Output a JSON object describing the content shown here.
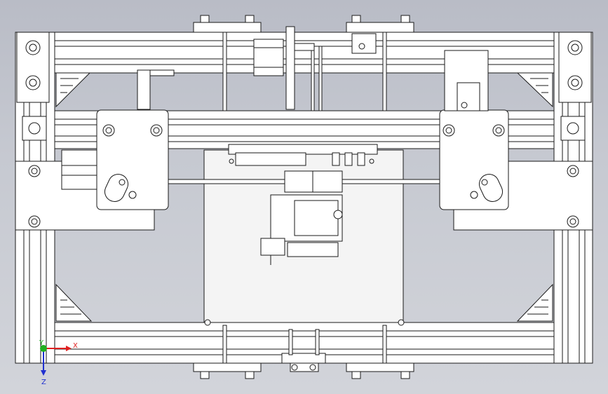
{
  "viewport": {
    "background_top": "#b9bcc6",
    "background_bottom": "#d2d4da"
  },
  "model": {
    "frame_color": "#ffffff",
    "line_color": "#1a1a1a",
    "panel_color": "#f2f2f2"
  },
  "triad": {
    "x_label": "X",
    "y_label": "Y",
    "z_label": "Z",
    "x_color": "#e02020",
    "y_color": "#20b020",
    "z_color": "#2030d0"
  }
}
